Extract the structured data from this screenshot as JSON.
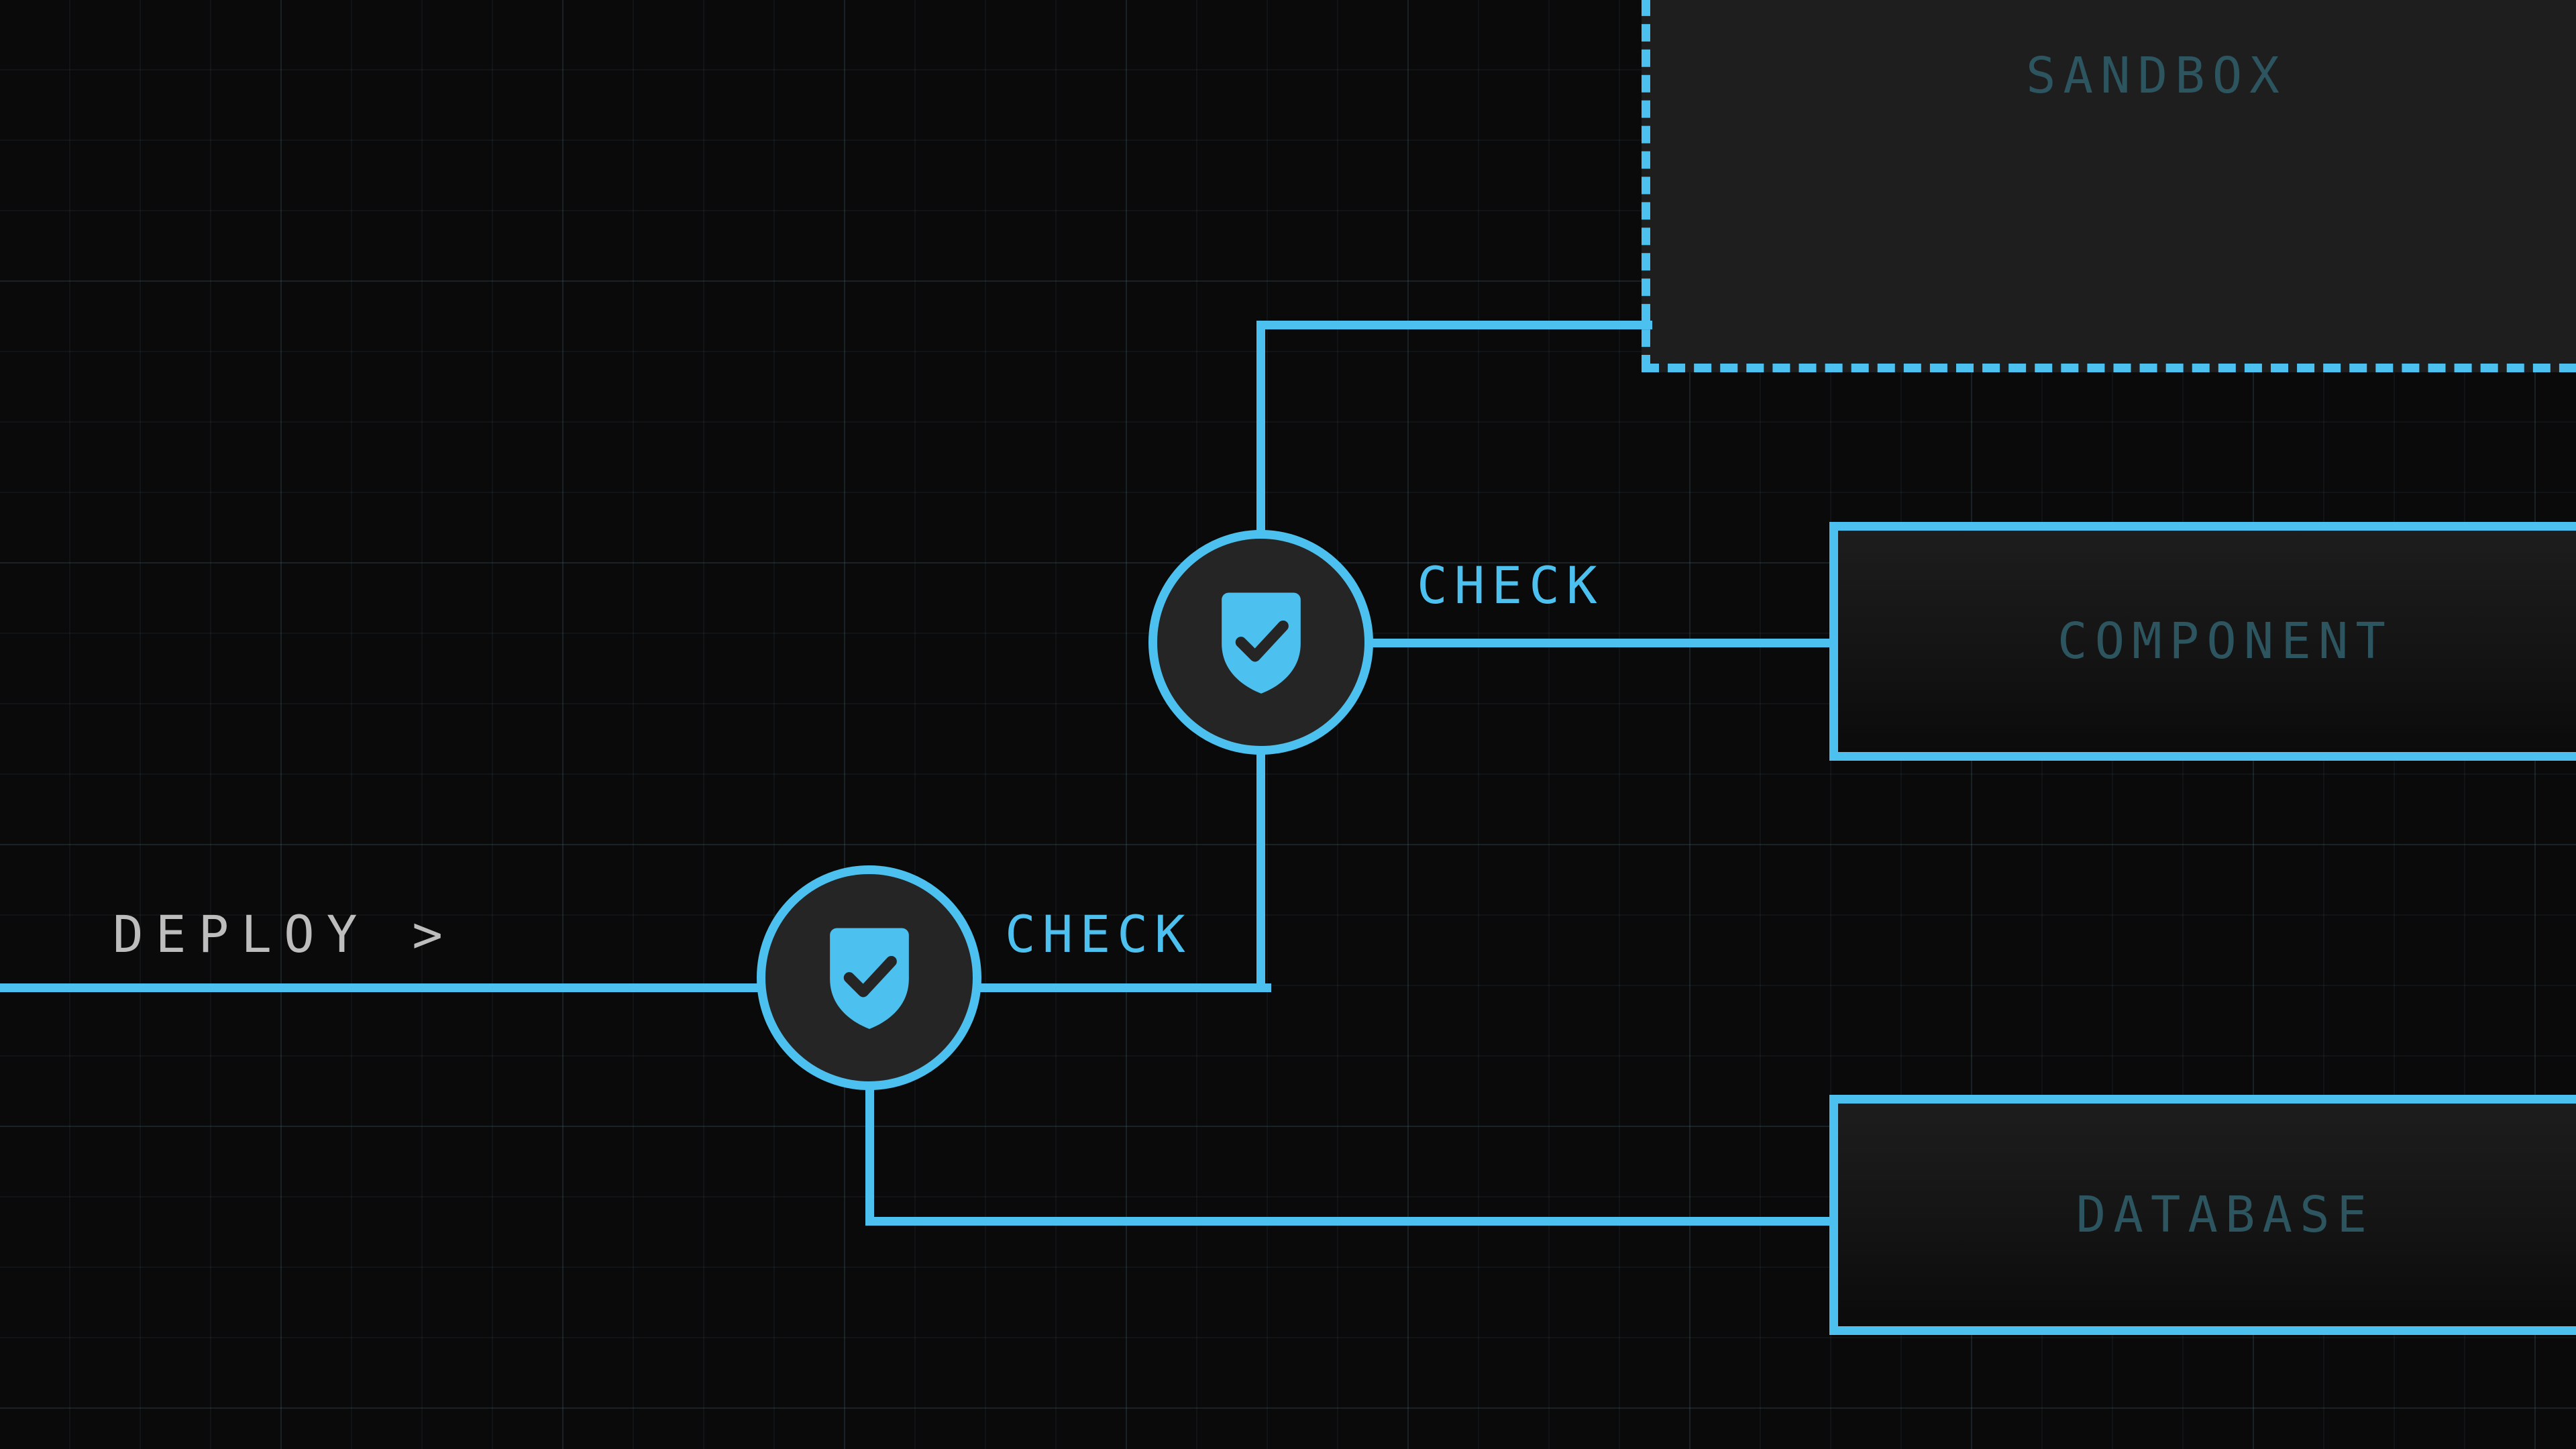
{
  "canvas": {
    "background_color": "#0a0a0a",
    "grid_color": "#466e7d",
    "accent_color": "#4cc0ee",
    "muted_label_color": "#2d5560",
    "deploy_text_color": "#bdbdbd"
  },
  "sandbox": {
    "label": "SANDBOX",
    "background_color": "#1e1e1e",
    "border_style": "dashed",
    "border_color": "#4cc0ee"
  },
  "entry": {
    "label": "DEPLOY >"
  },
  "nodes": [
    {
      "id": "check-upper",
      "icon": "shield-check-icon",
      "edge_label": "CHECK"
    },
    {
      "id": "check-lower",
      "icon": "shield-check-icon",
      "edge_label": "CHECK"
    }
  ],
  "boxes": [
    {
      "id": "component",
      "label": "COMPONENT"
    },
    {
      "id": "database",
      "label": "DATABASE"
    }
  ]
}
